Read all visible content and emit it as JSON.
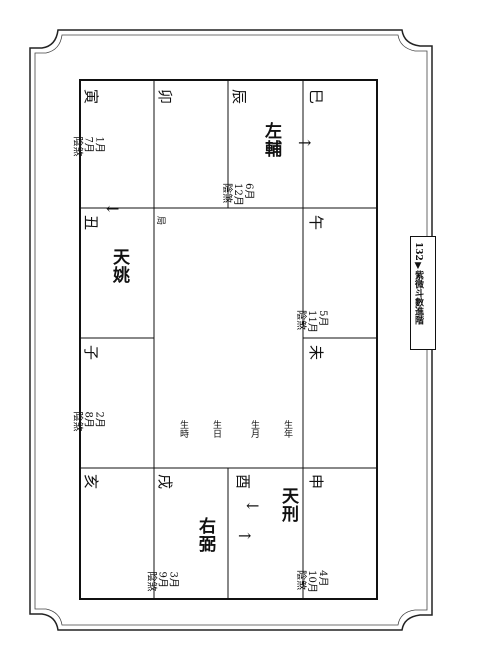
{
  "header": {
    "page_number": "132",
    "marker": "▼",
    "book_title": "紫微斗數進階"
  },
  "chart": {
    "branches": {
      "si": "巳",
      "chen": "辰",
      "mao": "卯",
      "yin": "寅",
      "wu": "午",
      "chou": "丑",
      "wei": "未",
      "zi": "子",
      "shen": "申",
      "you": "酉",
      "xu": "戌",
      "hai": "亥"
    },
    "stars": {
      "zuofu": "左輔",
      "tianyao": "天姚",
      "tianxing": "天刑",
      "youbi": "右弼"
    },
    "notes": {
      "chen_a": "6月",
      "chen_b": "12月",
      "chen_c": "陰煞",
      "yin_a": "1月",
      "yin_b": "7月",
      "yin_c": "陰煞",
      "wu_a": "5月",
      "wu_b": "11月",
      "wu_c": "陰煞",
      "zi_a": "2月",
      "zi_b": "8月",
      "zi_c": "陰煞",
      "shen_a": "4月",
      "shen_b": "10月",
      "shen_c": "陰煞",
      "xu_a": "3月",
      "xu_b": "9月",
      "xu_c": "陰煞"
    },
    "center": {
      "ju": "局",
      "line1": "生年",
      "line2": "生月",
      "line3": "生日",
      "line4": "生時"
    },
    "arrows": {
      "right": "→",
      "left": "←",
      "down": "↓"
    }
  }
}
